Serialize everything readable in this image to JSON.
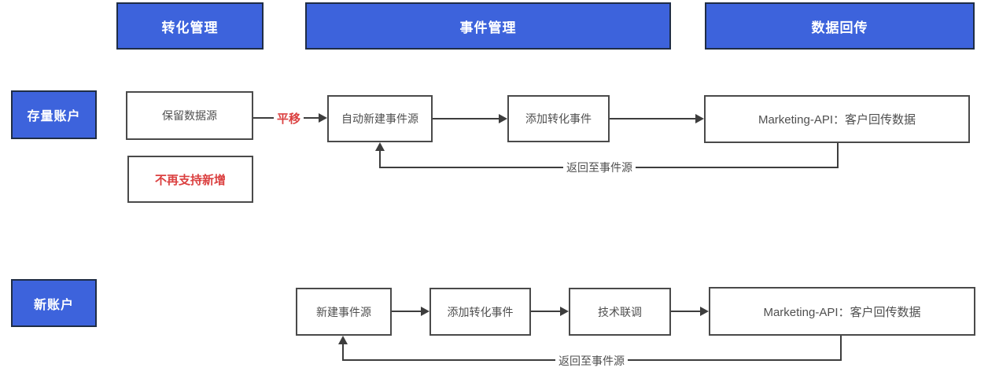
{
  "colors": {
    "accent-blue": "#3d63dc",
    "blue-border": "#1f2d45",
    "accent-red": "#db4040",
    "box-border": "#4a4a4a",
    "line": "#3d3d3d",
    "text": "#4f4f4f"
  },
  "headers": [
    {
      "label": "转化管理"
    },
    {
      "label": "事件管理"
    },
    {
      "label": "数据回传"
    }
  ],
  "row1": {
    "label": "存量账户",
    "keep_source": "保留数据源",
    "no_longer_new": "不再支持新增",
    "auto_create_source": "自动新建事件源",
    "add_conversion_event": "添加转化事件",
    "marketing_api": "Marketing-API：客户回传数据",
    "shift_label": "平移",
    "return_label": "返回至事件源"
  },
  "row2": {
    "label": "新账户",
    "create_source": "新建事件源",
    "add_conversion_event": "添加转化事件",
    "tech_debug": "技术联调",
    "marketing_api": "Marketing-API：客户回传数据",
    "return_label": "返回至事件源"
  }
}
